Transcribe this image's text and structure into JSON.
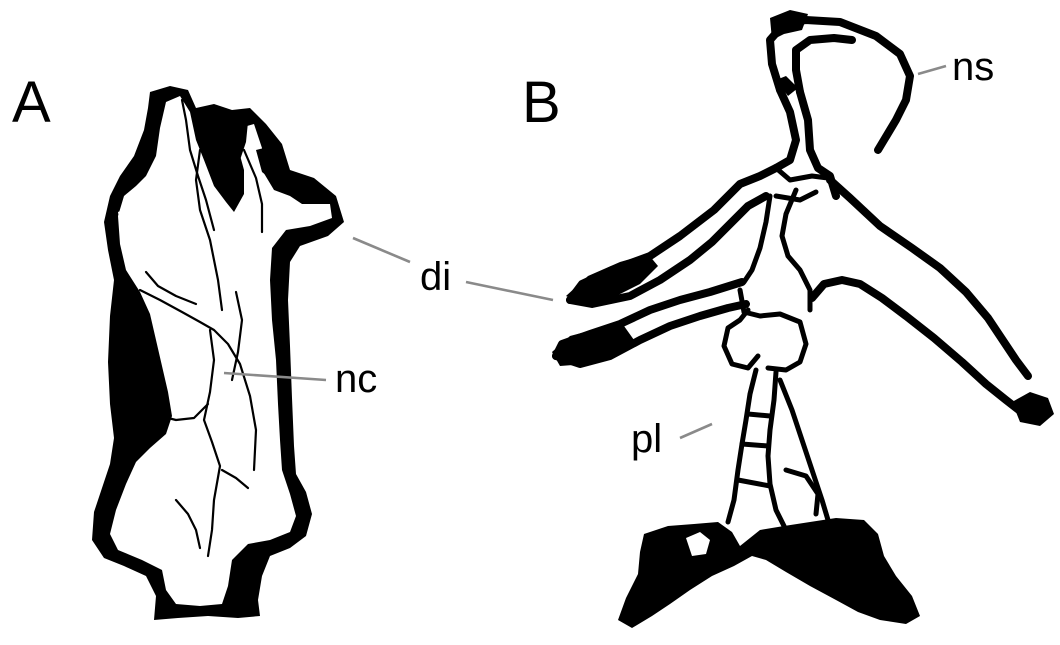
{
  "panels": {
    "a": {
      "letter": "A"
    },
    "b": {
      "letter": "B"
    }
  },
  "labels": {
    "di": "di",
    "nc": "nc",
    "ns": "ns",
    "pl": "pl"
  },
  "colors": {
    "bone": "#000000",
    "background": "#ffffff",
    "leader_line": "#8a8a8a"
  }
}
